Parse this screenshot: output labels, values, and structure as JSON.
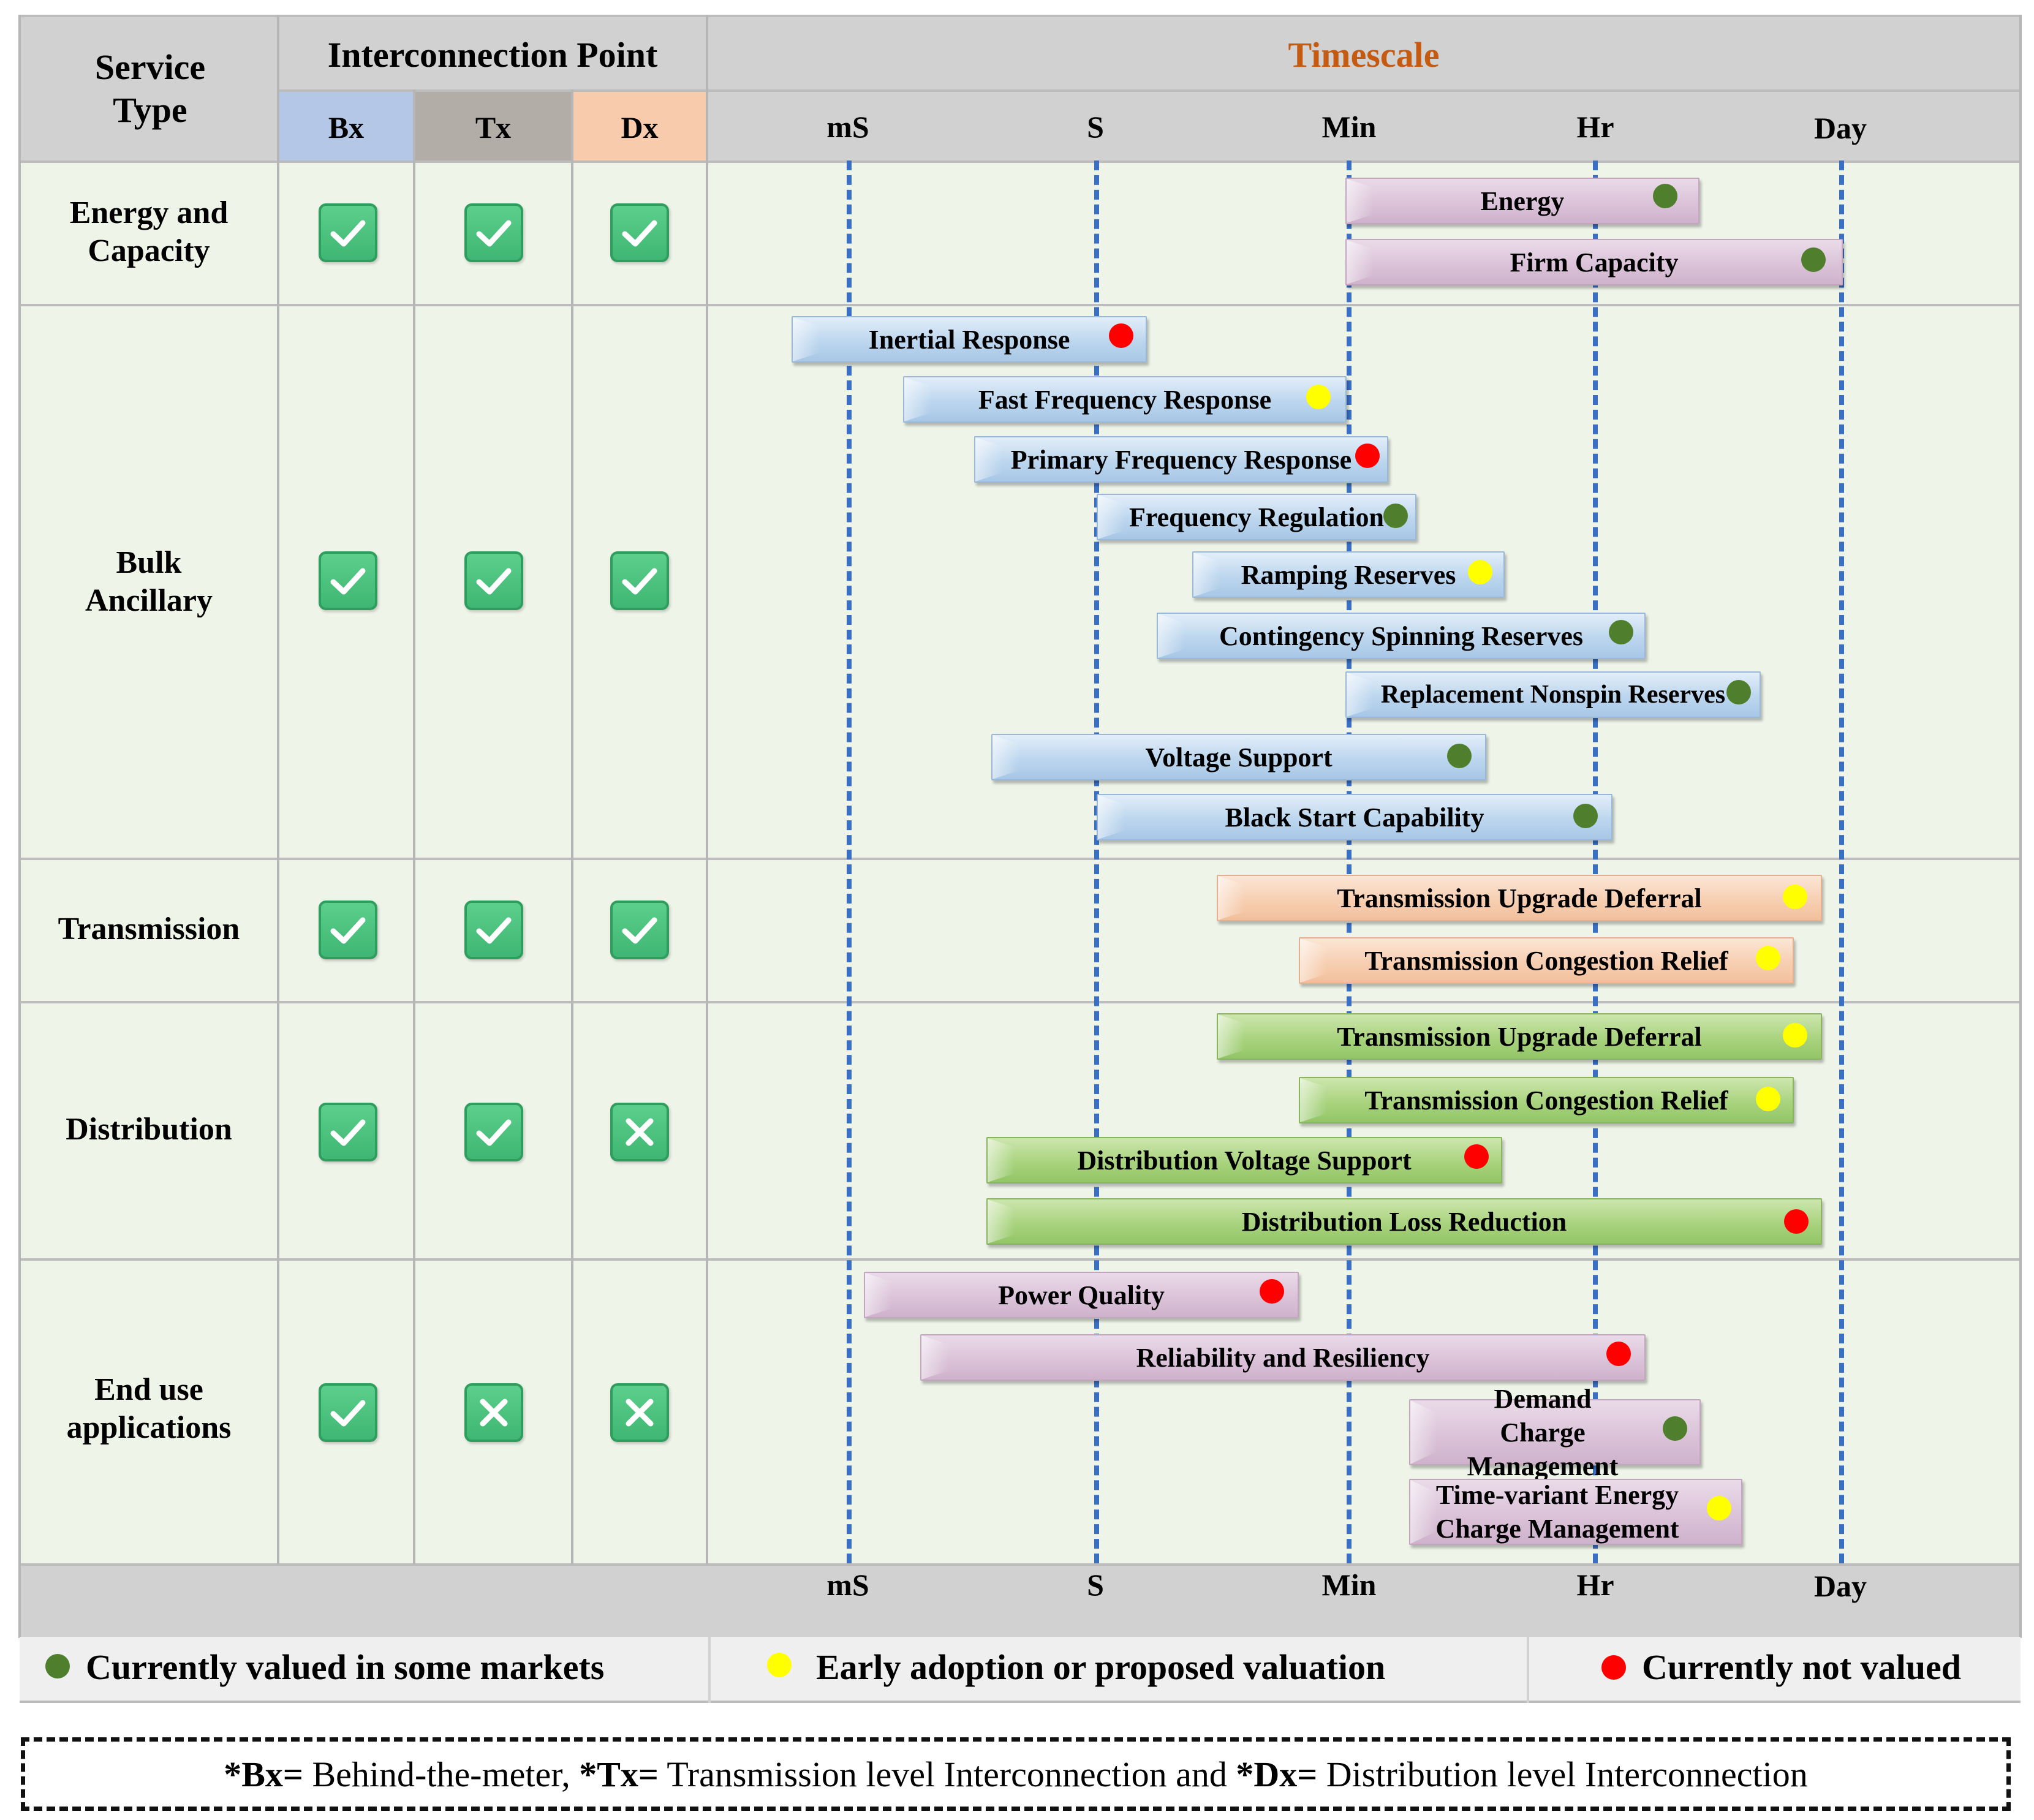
{
  "header": {
    "service_type": "Service Type",
    "interconnection_point": "Interconnection Point",
    "timescale": "Timescale",
    "columns": [
      {
        "label": "Bx",
        "color": "#b4c7e7"
      },
      {
        "label": "Tx",
        "color": "#b2aea7"
      },
      {
        "label": "Dx",
        "color": "#f7cbac"
      }
    ]
  },
  "timescale_ticks": [
    "mS",
    "S",
    "Min",
    "Hr",
    "Day"
  ],
  "rows": [
    {
      "name": "Energy and Capacity",
      "bx": "check",
      "tx": "check",
      "dx": "check"
    },
    {
      "name": "Bulk Ancillary",
      "bx": "check",
      "tx": "check",
      "dx": "check"
    },
    {
      "name": "Transmission",
      "bx": "check",
      "tx": "check",
      "dx": "check"
    },
    {
      "name": "Distribution",
      "bx": "check",
      "tx": "check",
      "dx": "cross"
    },
    {
      "name": "End use applications",
      "bx": "check",
      "tx": "cross",
      "dx": "cross"
    }
  ],
  "services": [
    {
      "label": "Energy",
      "row": "Energy and Capacity",
      "start": "Min",
      "end": "Hr+",
      "status": "valued",
      "style": "purple"
    },
    {
      "label": "Firm Capacity",
      "row": "Energy and Capacity",
      "start": "Min",
      "end": "Day",
      "status": "valued",
      "style": "purple"
    },
    {
      "label": "Inertial Response",
      "row": "Bulk Ancillary",
      "start": "<mS",
      "end": "S",
      "status": "not_valued",
      "style": "blue"
    },
    {
      "label": "Fast Frequency Response",
      "row": "Bulk Ancillary",
      "start": "mS",
      "end": "Min",
      "status": "early",
      "style": "blue"
    },
    {
      "label": "Primary Frequency Response",
      "row": "Bulk Ancillary",
      "start": "mS",
      "end": "Min",
      "status": "not_valued",
      "style": "blue"
    },
    {
      "label": "Frequency Regulation",
      "row": "Bulk Ancillary",
      "start": "S",
      "end": "Min",
      "status": "valued",
      "style": "blue"
    },
    {
      "label": "Ramping Reserves",
      "row": "Bulk Ancillary",
      "start": "S",
      "end": "Min",
      "status": "early",
      "style": "blue"
    },
    {
      "label": "Contingency Spinning Reserves",
      "row": "Bulk Ancillary",
      "start": "S",
      "end": "Hr",
      "status": "valued",
      "style": "blue"
    },
    {
      "label": "Replacement Nonspin Reserves",
      "row": "Bulk Ancillary",
      "start": "Min",
      "end": "Hr+",
      "status": "valued",
      "style": "blue"
    },
    {
      "label": "Voltage Support",
      "row": "Bulk Ancillary",
      "start": "mS",
      "end": "Min",
      "status": "valued",
      "style": "blue"
    },
    {
      "label": "Black Start Capability",
      "row": "Bulk Ancillary",
      "start": "S",
      "end": "Hr",
      "status": "valued",
      "style": "blue"
    },
    {
      "label": "Transmission Upgrade Deferral",
      "row": "Transmission",
      "start": "S",
      "end": "Day",
      "status": "early",
      "style": "orange"
    },
    {
      "label": "Transmission Congestion Relief",
      "row": "Transmission",
      "start": "S",
      "end": "Day",
      "status": "early",
      "style": "orange"
    },
    {
      "label": "Transmission Upgrade Deferral",
      "row": "Distribution",
      "start": "S",
      "end": "Day",
      "status": "early",
      "style": "green"
    },
    {
      "label": "Transmission Congestion Relief",
      "row": "Distribution",
      "start": "S",
      "end": "Day",
      "status": "early",
      "style": "green"
    },
    {
      "label": "Distribution Voltage Support",
      "row": "Distribution",
      "start": "mS",
      "end": "Min",
      "status": "not_valued",
      "style": "green"
    },
    {
      "label": "Distribution Loss Reduction",
      "row": "Distribution",
      "start": "mS",
      "end": "Day",
      "status": "not_valued",
      "style": "green"
    },
    {
      "label": "Power Quality",
      "row": "End use applications",
      "start": "mS",
      "end": "S",
      "status": "not_valued",
      "style": "purple"
    },
    {
      "label": "Reliability and Resiliency",
      "row": "End use applications",
      "start": "mS",
      "end": "Hr",
      "status": "not_valued",
      "style": "purple"
    },
    {
      "label": "Demand Charge Management",
      "row": "End use applications",
      "start": "Min",
      "end": "Hr",
      "status": "valued",
      "style": "purple"
    },
    {
      "label": "Time-variant Energy Charge Management",
      "row": "End use applications",
      "start": "Min",
      "end": "Hr",
      "status": "early",
      "style": "purple"
    }
  ],
  "legend": [
    {
      "label": "Currently valued in some markets",
      "color": "#4f7f2c"
    },
    {
      "label": "Early adoption or proposed valuation",
      "color": "#ffff00"
    },
    {
      "label": "Currently not valued",
      "color": "#ff0000"
    }
  ],
  "footnote": {
    "bx_key": "*Bx=",
    "bx_text": " Behind-the-meter, ",
    "tx_key": "*Tx=",
    "tx_text": " Transmission level Interconnection and ",
    "dx_key": "*Dx=",
    "dx_text": " Distribution level Interconnection"
  },
  "colors": {
    "timescale_title": "#c55a11",
    "dashed_line": "#3a6fc4",
    "check": "#46bb78"
  }
}
